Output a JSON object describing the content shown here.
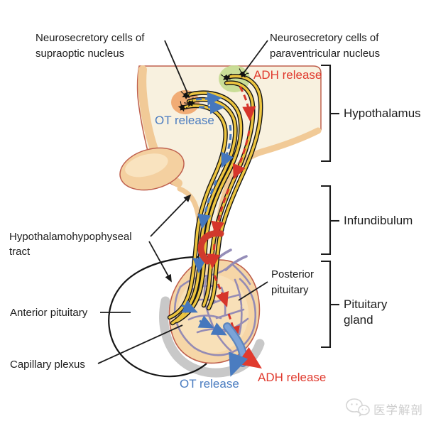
{
  "diagram": {
    "title_domain": "Hypothalamus and pituitary gland hormone release diagram",
    "labels": {
      "supraoptic": {
        "line1": "Neurosecretory cells of",
        "line2": "supraoptic nucleus"
      },
      "paraventricular": {
        "line1": "Neurosecretory cells of",
        "line2": "paraventricular nucleus"
      },
      "adh_release_top": "ADH release",
      "ot_release_top": "OT release",
      "hypothalamus": "Hypothalamus",
      "infundibulum": "Infundibulum",
      "pituitary_gland": {
        "line1": "Pituitary",
        "line2": "gland"
      },
      "posterior_pituitary": {
        "line1": "Posterior",
        "line2": "pituitary"
      },
      "hypophyseal_tract": {
        "line1": "Hypothalamohypophyseal",
        "line2": "tract"
      },
      "anterior_pituitary": "Anterior pituitary",
      "capillary_plexus": "Capillary plexus",
      "ot_release_bottom": "OT release",
      "adh_release_bottom": "ADH release"
    },
    "watermark": {
      "icon": "wechat-icon",
      "text": "医学解剖"
    },
    "colors": {
      "adh_red": "#e03a2e",
      "ot_blue": "#4a7cc0",
      "arrow_red": "#d6352b",
      "arrow_blue": "#4577bd",
      "brain_cream": "#f8f1df",
      "tissue_tan": "#f1ca97",
      "gland_tan": "#f6d6a7",
      "tissue_outline": "#bf604e",
      "capillary_purple": "#8f87b5",
      "axon_yellow": "#edc53f",
      "nucleus_orange": "#f0a469",
      "nucleus_green": "#c6db92",
      "shadow_gray": "#c8c8c8",
      "vein_blue": "#6f99cf",
      "artery_red": "#d03a2c",
      "watermark_gray": "#cdcdcd",
      "text_black": "#1c1c1c"
    }
  }
}
